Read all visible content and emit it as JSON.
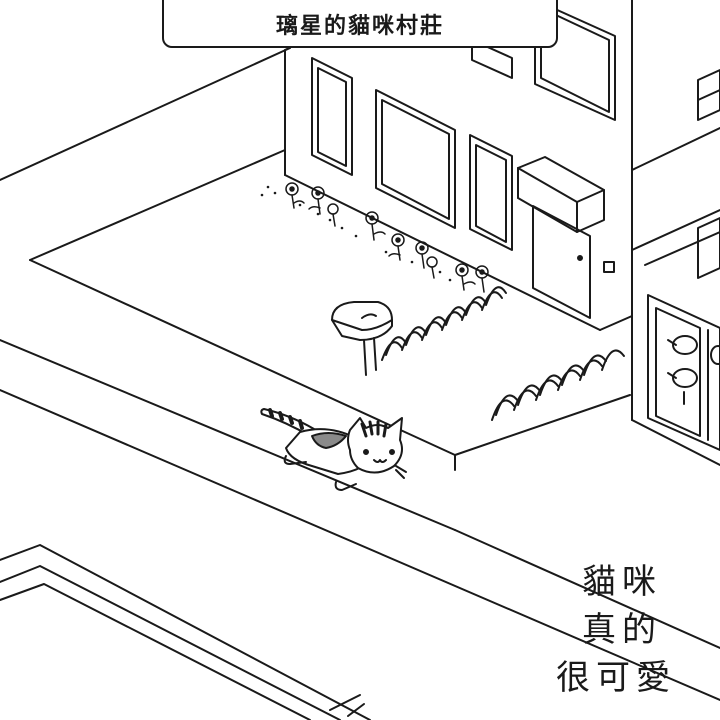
{
  "title": "璃星的貓咪村莊",
  "caption": {
    "line1": "貓咪",
    "line2": "真的",
    "line3": "很可愛"
  },
  "colors": {
    "ink": "#1a1a1a",
    "paper": "#ffffff",
    "cat_gray": "#8a8a8a"
  }
}
